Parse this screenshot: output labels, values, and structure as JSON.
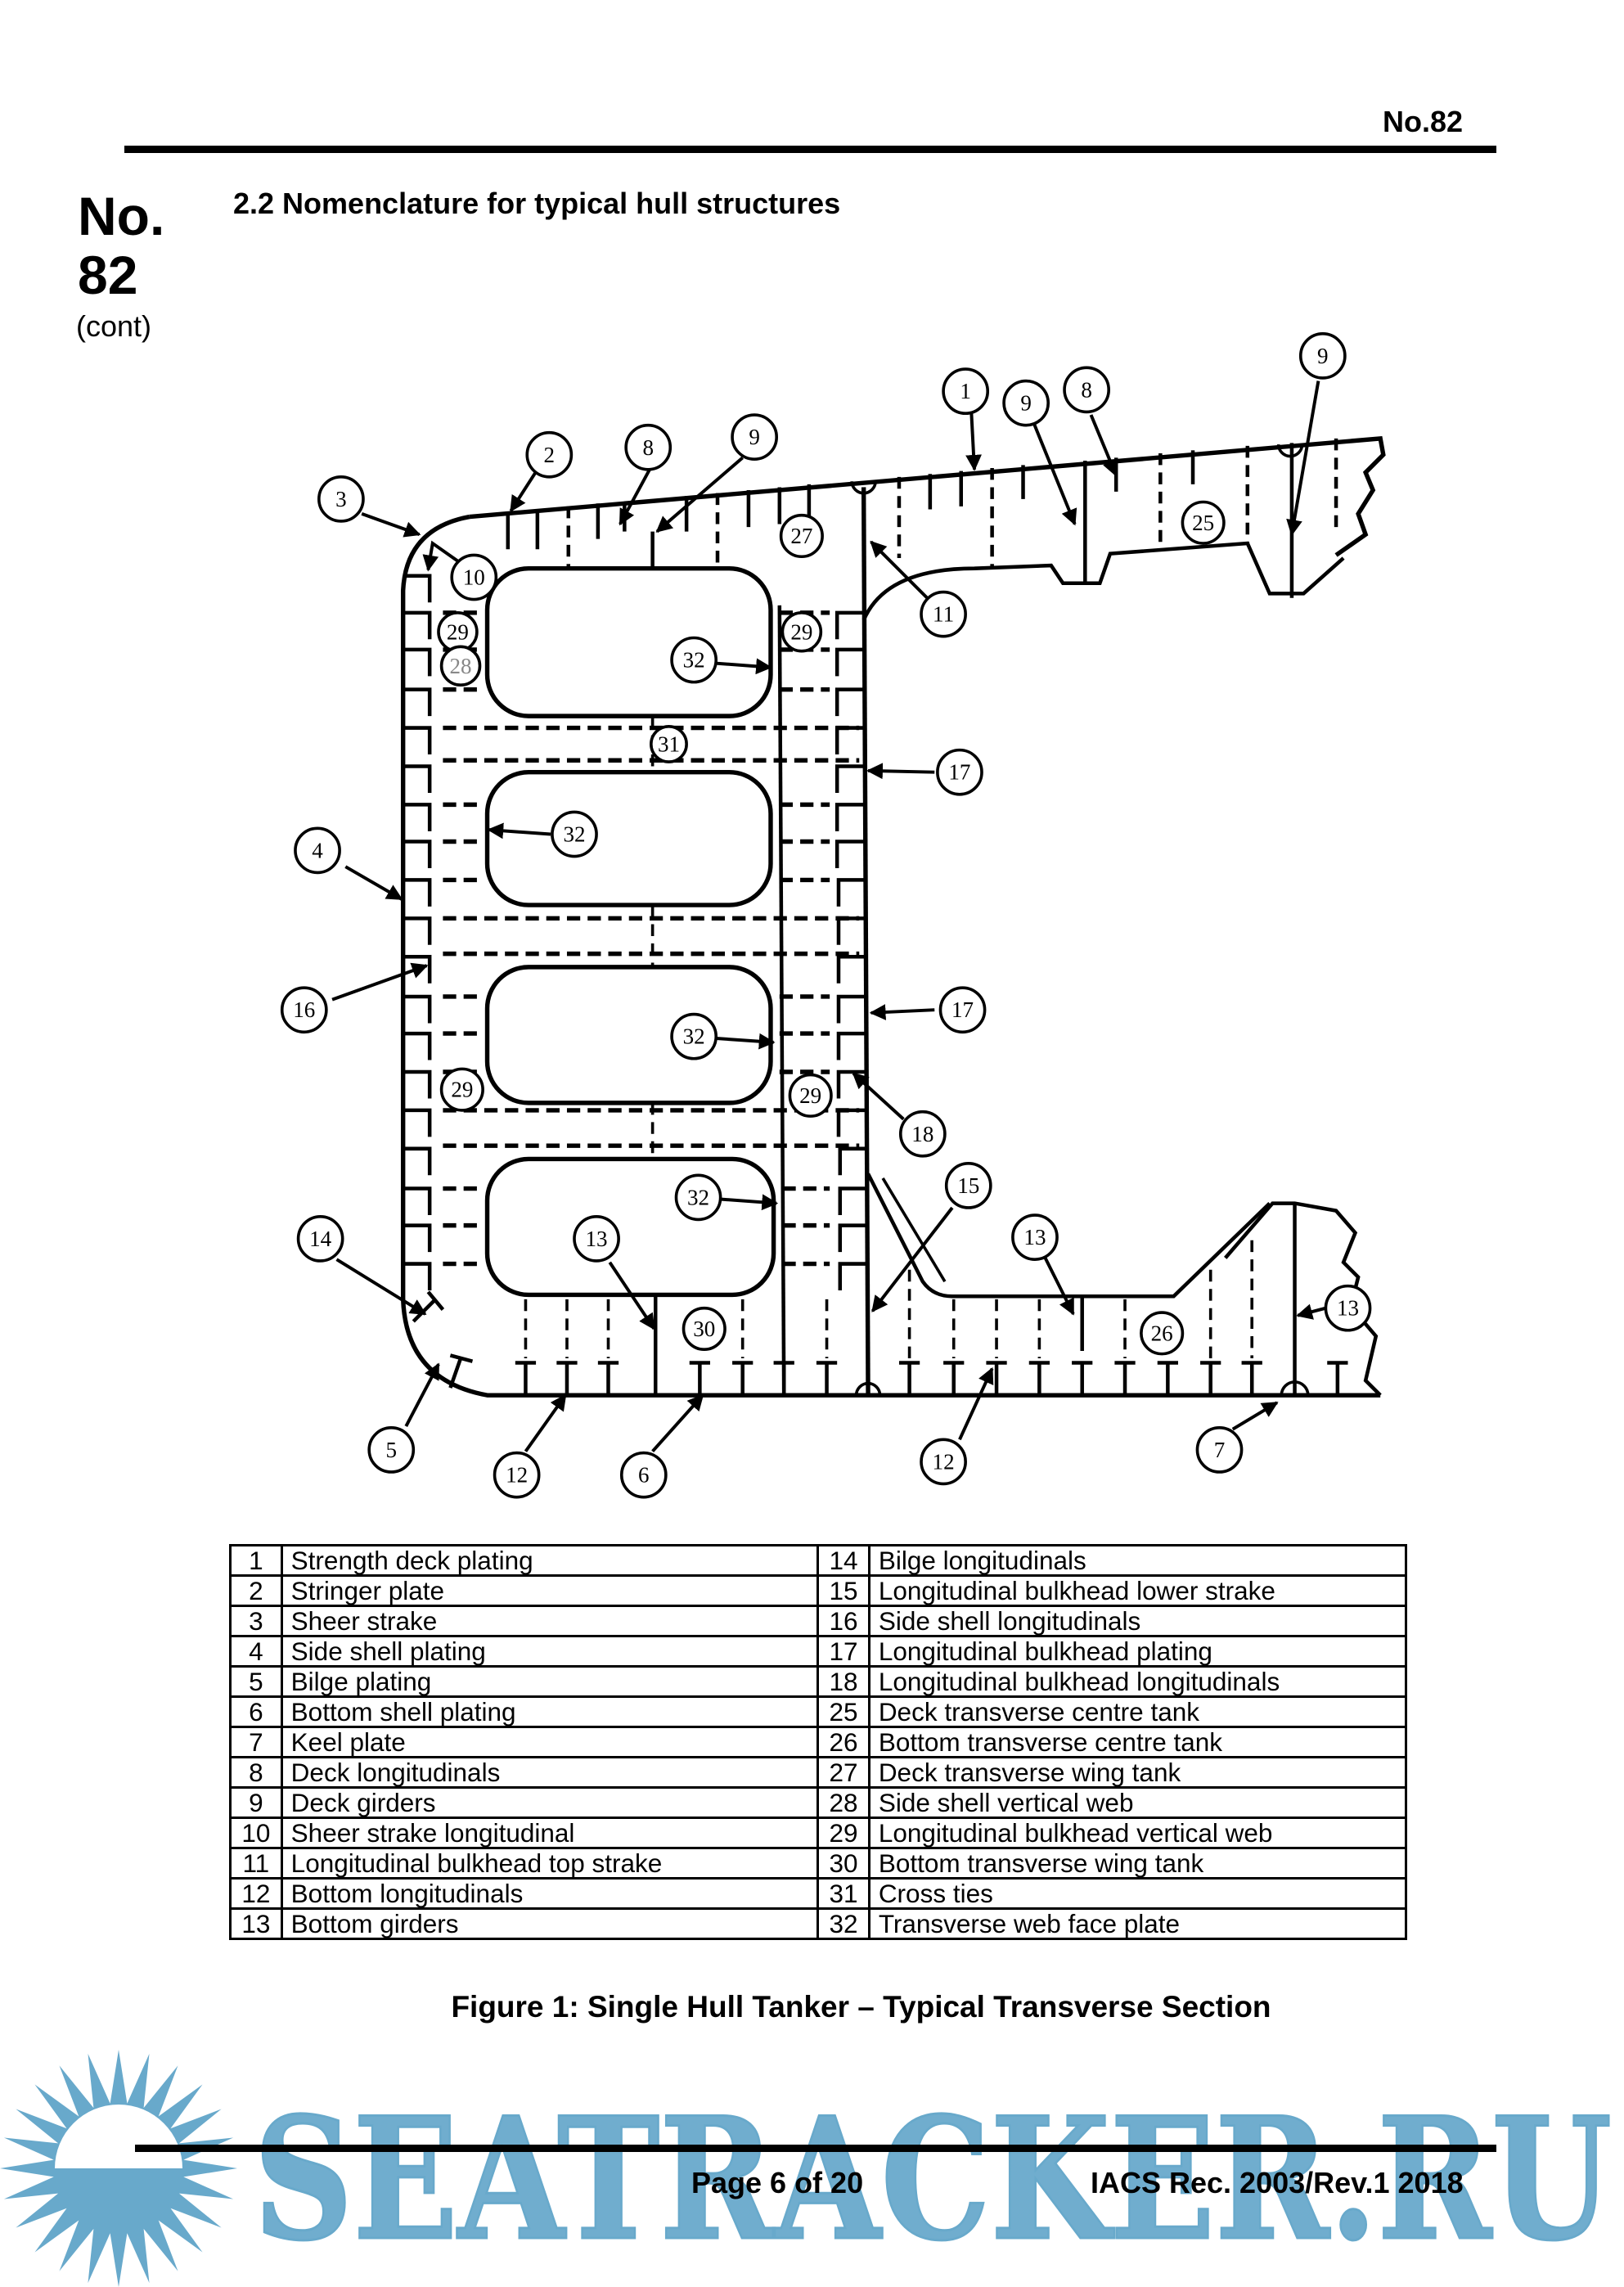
{
  "header": {
    "doc_ref": "No.82",
    "side_number_line1": "No.",
    "side_number_line2": "82",
    "side_cont": "(cont)",
    "section_title": "2.2 Nomenclature for typical hull structures"
  },
  "figure": {
    "caption": "Figure 1: Single Hull Tanker – Typical Transverse Section",
    "callouts": [
      "1",
      "2",
      "3",
      "4",
      "5",
      "6",
      "7",
      "8",
      "8",
      "9",
      "9",
      "9",
      "10",
      "11",
      "12",
      "12",
      "13",
      "13",
      "13",
      "14",
      "15",
      "16",
      "17",
      "17",
      "18",
      "25",
      "26",
      "27",
      "28",
      "29",
      "29",
      "29",
      "29",
      "30",
      "31",
      "32",
      "32",
      "32",
      "32"
    ]
  },
  "legend": {
    "left": [
      {
        "num": "1",
        "label": "Strength deck plating"
      },
      {
        "num": "2",
        "label": "Stringer plate"
      },
      {
        "num": "3",
        "label": "Sheer strake"
      },
      {
        "num": "4",
        "label": "Side shell plating"
      },
      {
        "num": "5",
        "label": "Bilge plating"
      },
      {
        "num": "6",
        "label": "Bottom shell plating"
      },
      {
        "num": "7",
        "label": "Keel plate"
      },
      {
        "num": "8",
        "label": "Deck longitudinals"
      },
      {
        "num": "9",
        "label": "Deck girders"
      },
      {
        "num": "10",
        "label": "Sheer strake longitudinal"
      },
      {
        "num": "11",
        "label": "Longitudinal bulkhead top strake"
      },
      {
        "num": "12",
        "label": "Bottom longitudinals"
      },
      {
        "num": "13",
        "label": "Bottom girders"
      }
    ],
    "right": [
      {
        "num": "14",
        "label": "Bilge longitudinals"
      },
      {
        "num": "15",
        "label": "Longitudinal bulkhead lower strake"
      },
      {
        "num": "16",
        "label": "Side shell longitudinals"
      },
      {
        "num": "17",
        "label": "Longitudinal bulkhead plating"
      },
      {
        "num": "18",
        "label": "Longitudinal bulkhead longitudinals"
      },
      {
        "num": "25",
        "label": "Deck transverse centre tank"
      },
      {
        "num": "26",
        "label": "Bottom transverse centre tank"
      },
      {
        "num": "27",
        "label": "Deck transverse wing tank"
      },
      {
        "num": "28",
        "label": "Side shell vertical web"
      },
      {
        "num": "29",
        "label": "Longitudinal bulkhead vertical web"
      },
      {
        "num": "30",
        "label": "Bottom transverse wing tank"
      },
      {
        "num": "31",
        "label": "Cross ties"
      },
      {
        "num": "32",
        "label": "Transverse web face plate"
      }
    ]
  },
  "footer": {
    "page": "Page 6 of 20",
    "revision": "IACS Rec. 2003/Rev.1 2018"
  },
  "watermark": {
    "text": "SEATRACKER.RU",
    "color": "#68a9cb"
  }
}
